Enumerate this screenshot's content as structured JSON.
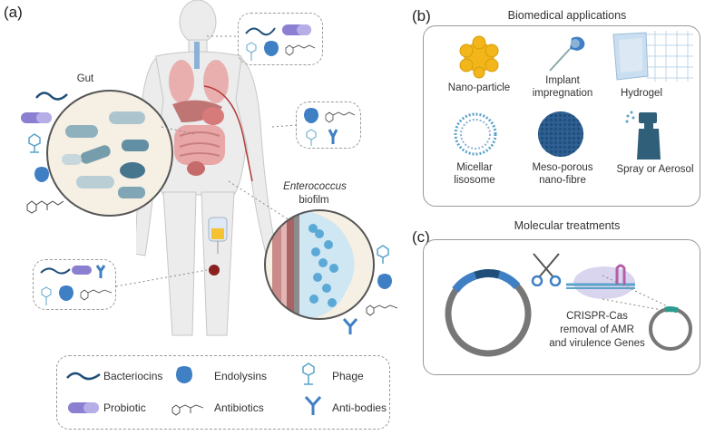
{
  "panel_a": {
    "letter": "(a)",
    "gut_label": "Gut",
    "biofilm_label_italic": "Enterococcus",
    "biofilm_label": "biofilm"
  },
  "panel_b": {
    "letter": "(b)",
    "title": "Biomedical applications",
    "items": [
      {
        "label": "Nano-particle"
      },
      {
        "label": "Implant impregnation"
      },
      {
        "label": "Hydrogel"
      },
      {
        "label": "Micellar lisosome"
      },
      {
        "label": "Meso-porous nano-fibre"
      },
      {
        "label": "Spray or Aerosol"
      }
    ]
  },
  "panel_c": {
    "letter": "(c)",
    "title": "Molecular treatments",
    "crispr_line1": "CRISPR-Cas",
    "crispr_line2": "removal of AMR",
    "crispr_line3": "and virulence Genes"
  },
  "legend": {
    "items": [
      {
        "label": "Bacteriocins"
      },
      {
        "label": "Endolysins"
      },
      {
        "label": "Phage"
      },
      {
        "label": "Probiotic"
      },
      {
        "label": "Antibiotics"
      },
      {
        "label": "Anti-bodies"
      }
    ]
  },
  "colors": {
    "accent_blue": "#3f7fc4",
    "dark_blue": "#1f4e79",
    "probiotic_purple": "#8a7fd0",
    "nano_yellow": "#f2b61b",
    "body_grey": "#e9e9e9",
    "organ_red": "#d98888"
  }
}
